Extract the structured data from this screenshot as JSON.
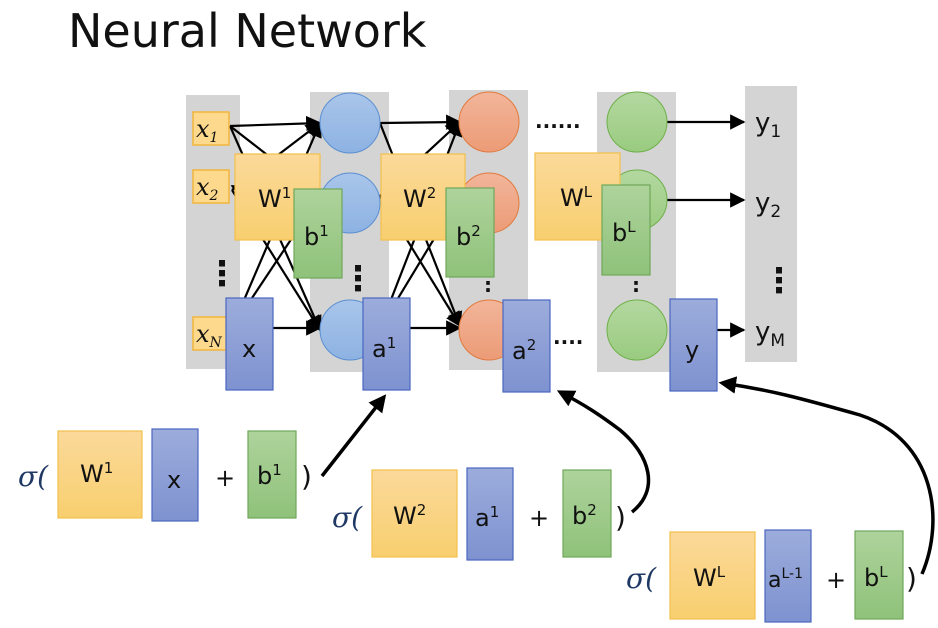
{
  "title": "Neural Network",
  "colors": {
    "column_bg": "#d4d4d4",
    "weight": "#f9d584",
    "weight_stroke": "#f3c04d",
    "bias": "#9ccb86",
    "bias_stroke": "#6fa85a",
    "activation": "#8c9fd8",
    "activation_stroke": "#4a66c0",
    "neuron_layer1": "#9dbde6",
    "neuron_layer1_stroke": "#5b8fd1",
    "neuron_layer2": "#efa585",
    "neuron_layer2_stroke": "#e07a3e",
    "neuron_layerL": "#a6d18f",
    "neuron_layerL_stroke": "#6fb04a",
    "input_box": "#fcd98c",
    "input_box_stroke": "#f2b53c"
  },
  "inputs": {
    "items": [
      {
        "base": "x",
        "sub": "1"
      },
      {
        "base": "x",
        "sub": "2"
      },
      {
        "base": "x",
        "sub": "N"
      }
    ],
    "ellipsis": "⋮"
  },
  "outputs": {
    "items": [
      {
        "base": "y",
        "sub": "1"
      },
      {
        "base": "y",
        "sub": "2"
      },
      {
        "base": "y",
        "sub": "M"
      }
    ],
    "ellipsis": "⋮"
  },
  "network": {
    "weights": [
      {
        "base": "W",
        "sup": "1"
      },
      {
        "base": "W",
        "sup": "2"
      },
      {
        "base": "W",
        "sup": "L"
      }
    ],
    "biases": [
      {
        "base": "b",
        "sup": "1"
      },
      {
        "base": "b",
        "sup": "2"
      },
      {
        "base": "b",
        "sup": "L"
      }
    ],
    "vectors": [
      {
        "base": "x",
        "sup": ""
      },
      {
        "base": "a",
        "sup": "1"
      },
      {
        "base": "a",
        "sup": "2"
      },
      {
        "base": "y",
        "sup": ""
      }
    ],
    "hidden_dots": "......",
    "mid_dots": "...."
  },
  "equations": [
    {
      "sigma": "σ(",
      "weight": {
        "base": "W",
        "sup": "1"
      },
      "input": {
        "base": "x",
        "sup": ""
      },
      "plus": "+",
      "bias": {
        "base": "b",
        "sup": "1"
      },
      "close": ")"
    },
    {
      "sigma": "σ(",
      "weight": {
        "base": "W",
        "sup": "2"
      },
      "input": {
        "base": "a",
        "sup": "1"
      },
      "plus": "+",
      "bias": {
        "base": "b",
        "sup": "2"
      },
      "close": ")"
    },
    {
      "sigma": "σ(",
      "weight": {
        "base": "W",
        "sup": "L"
      },
      "input": {
        "base": "a",
        "sup": "L-1"
      },
      "plus": "+",
      "bias": {
        "base": "b",
        "sup": "L"
      },
      "close": ")"
    }
  ]
}
